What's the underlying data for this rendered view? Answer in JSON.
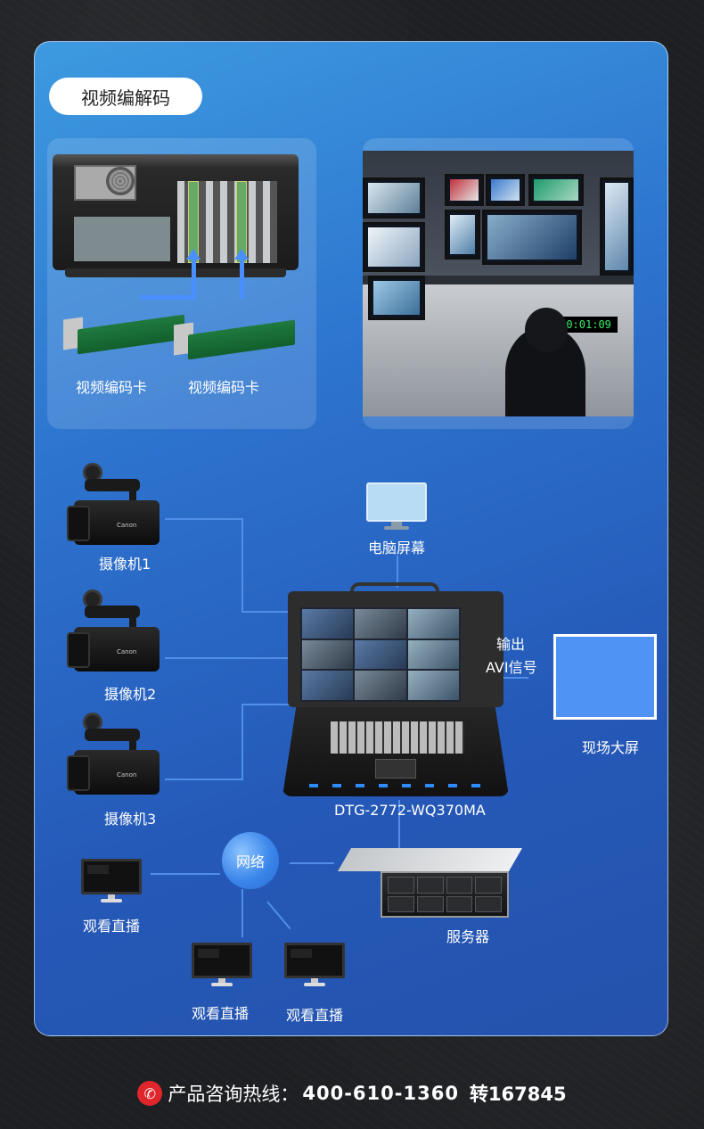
{
  "section": {
    "title": "视频编解码"
  },
  "encoder_card": {
    "card1_label": "视频编码卡",
    "card2_label": "视频编码卡"
  },
  "studio": {
    "timer_text": "00:01:09"
  },
  "devices": {
    "camera1": "摄像机1",
    "camera2": "摄像机2",
    "camera3": "摄像机3",
    "camera_brand": "Canon",
    "pc_screen": "电脑屏幕",
    "output_label_line1": "输出",
    "output_label_line2": "AVI信号",
    "big_screen": "现场大屏",
    "main_device": "DTG-2772-WQ370MA",
    "network": "网络",
    "server": "服务器",
    "watch1": "观看直播",
    "watch2": "观看直播",
    "watch3": "观看直播"
  },
  "footer": {
    "icon": "phone-icon",
    "label": "产品咨询热线：",
    "number": "400-610-1360",
    "ext": "转167845"
  },
  "colors": {
    "accent_blue": "#4a8fff",
    "panel_gradient_start": "#3d9ae0",
    "panel_gradient_end": "#2452ac",
    "phone_red": "#e0262b"
  }
}
